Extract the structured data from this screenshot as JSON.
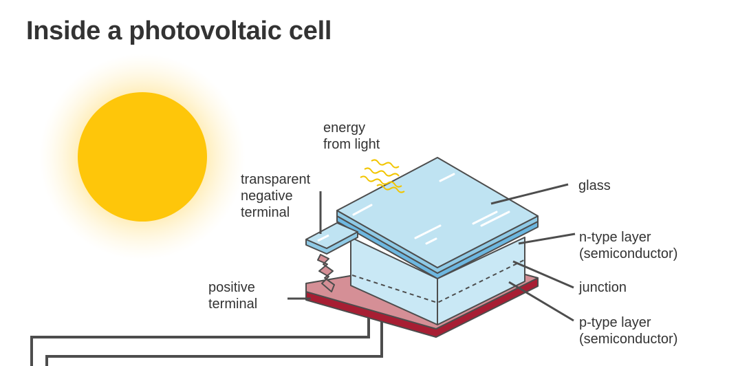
{
  "title": "Inside a photovoltaic cell",
  "labels": {
    "energy": [
      "energy",
      "from light"
    ],
    "negative_terminal": [
      "transparent",
      "negative",
      "terminal"
    ],
    "positive_terminal": [
      "positive",
      "terminal"
    ],
    "glass": [
      "glass"
    ],
    "n_type": [
      "n-type layer",
      "(semiconductor)"
    ],
    "junction": [
      "junction"
    ],
    "p_type": [
      "p-type layer",
      "(semiconductor)"
    ]
  },
  "colors": {
    "sun": "#FEC60A",
    "sun_glow": "#FFE9A8",
    "glass": "#BFE3F2",
    "glass_edge": "#8FCAE6",
    "n_layer": "#6DB7E0",
    "p_layer": "#C9E8F5",
    "base_top": "#D58F96",
    "base_side": "#A71E33",
    "line": "#4D4D4D",
    "light_waves": "#F2C500"
  }
}
